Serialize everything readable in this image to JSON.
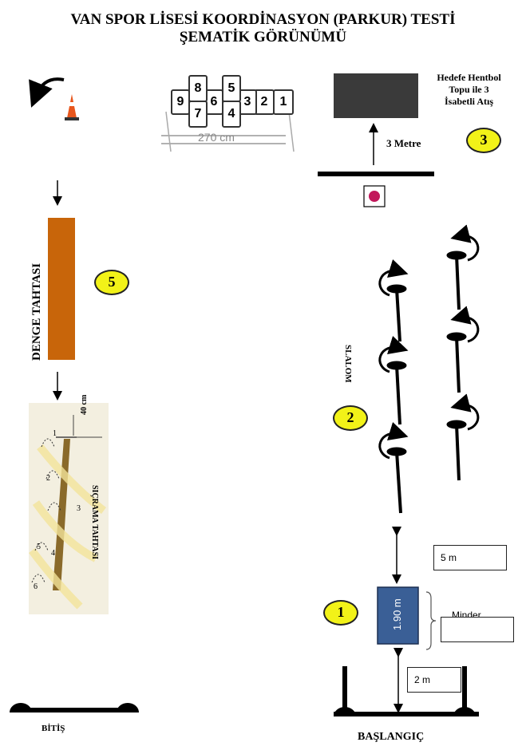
{
  "header": {
    "title_line1": "VAN SPOR LİSESİ KOORDİNASYON (PARKUR) TESTİ",
    "title_line2": "ŞEMATİK GÖRÜNÜMÜ"
  },
  "station1": {
    "number": "1",
    "mat_length": "1.90 m",
    "mat_label": "Minder",
    "dist_mat_to_slalom": "5 m",
    "dist_start_to_mat": "2 m"
  },
  "station2": {
    "number": "2",
    "label": "SLALOM"
  },
  "station3": {
    "number": "3",
    "distance": "3 Metre",
    "target_text_line1": "Hedefe Hentbol",
    "target_text_line2": "Topu ile 3",
    "target_text_line3": "İsabetli Atış"
  },
  "station4": {
    "hopscotch_cells": [
      "1",
      "2",
      "3",
      "4",
      "5",
      "6",
      "7",
      "8",
      "9"
    ],
    "width_label": "270 cm"
  },
  "station5": {
    "number": "5",
    "beam_label": "DENGE TAHTASI"
  },
  "jump_board": {
    "label": "SIÇRAMA TAHTASI",
    "height_label": "40 cm",
    "step_numbers": [
      "1",
      "2",
      "3",
      "4",
      "5",
      "6"
    ]
  },
  "start_label": "BAŞLANGIÇ",
  "finish_label": "BİTİŞ",
  "colors": {
    "badge": "#f2f218",
    "beam": "#c8650a",
    "mat": "#3a5f96",
    "target": "#3a3a3a",
    "ball": "#c2185b"
  }
}
